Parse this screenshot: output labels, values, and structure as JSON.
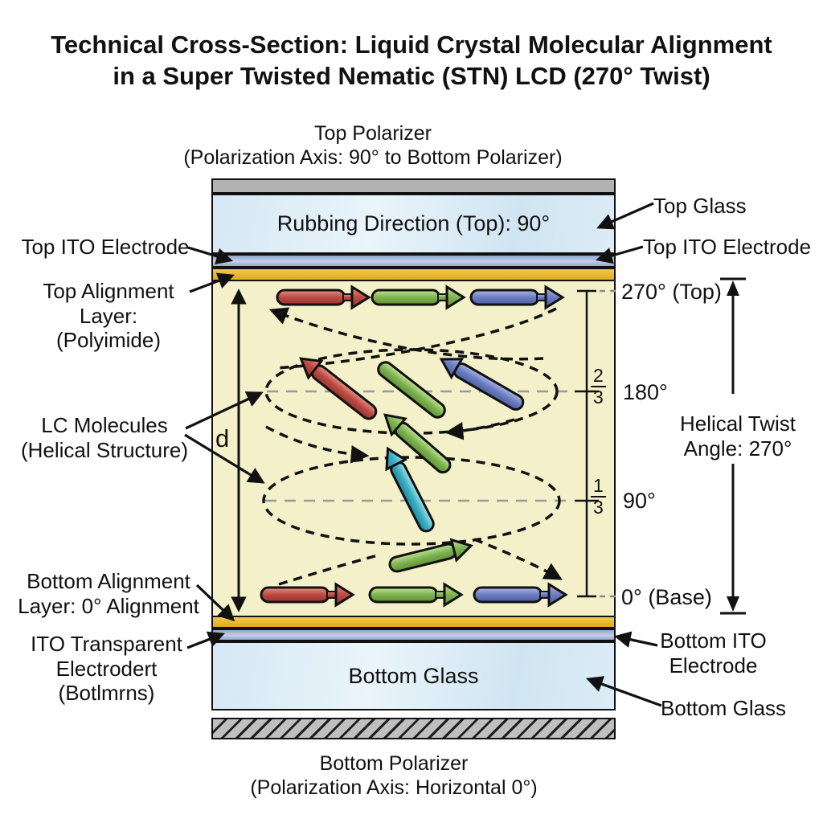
{
  "title": {
    "line1": "Technical Cross-Section: Liquid Crystal Molecular Alignment",
    "line2": "in a Super Twisted Nematic (STN) LCD (270° Twist)"
  },
  "captions": {
    "top_polarizer_line1": "Top Polarizer",
    "top_polarizer_line2": "(Polarization Axis: 90° to Bottom Polarizer)",
    "bottom_polarizer_line1": "Bottom Polarizer",
    "bottom_polarizer_line2": "(Polarization Axis: Horizontal 0°)"
  },
  "layers": {
    "top_glass_text": "Rubbing Direction (Top): 90°",
    "bottom_glass_text": "Bottom Glass"
  },
  "left_labels": {
    "top_ito": "Top ITO Electrode",
    "top_alignment_line1": "Top Alignment Layer:",
    "top_alignment_line2": "(Polyimide)",
    "lc_line1": "LC Molecules",
    "lc_line2": "(Helical Structure)",
    "bottom_alignment_line1": "Bottom Alignment",
    "bottom_alignment_line2": "Layer: 0° Alignment",
    "bottom_ito_line1": "ITO Transparent",
    "bottom_ito_line2": "Electrodert (Botlmrns)"
  },
  "right_labels": {
    "top_glass": "Top Glass",
    "top_ito": "Top ITO Electrode",
    "bottom_ito_line1": "Bottom ITO",
    "bottom_ito_line2": "Electrode",
    "bottom_glass": "Bottom Glass"
  },
  "scale": {
    "angle_top": "270° (Top)",
    "angle_180": "180°",
    "angle_90": "90°",
    "angle_base": "0° (Base)",
    "frac_two_thirds": {
      "num": "2",
      "den": "3"
    },
    "frac_one_third": {
      "num": "1",
      "den": "3"
    },
    "helical_line1": "Helical Twist",
    "helical_line2": "Angle: 270°",
    "d_label": "d"
  },
  "colors": {
    "molecule_red": "#bd4a42",
    "molecule_green": "#7fb350",
    "molecule_blue": "#6b7cc0",
    "molecule_teal": "#3cafc4",
    "lc_background": "#f3f0ca",
    "alignment_gold": "#e8b42c",
    "ito_blue": "#a9bad8",
    "glass_blue": "#ddedf6",
    "polarizer_gray": "#b3b3b3",
    "line_black": "#111111"
  }
}
